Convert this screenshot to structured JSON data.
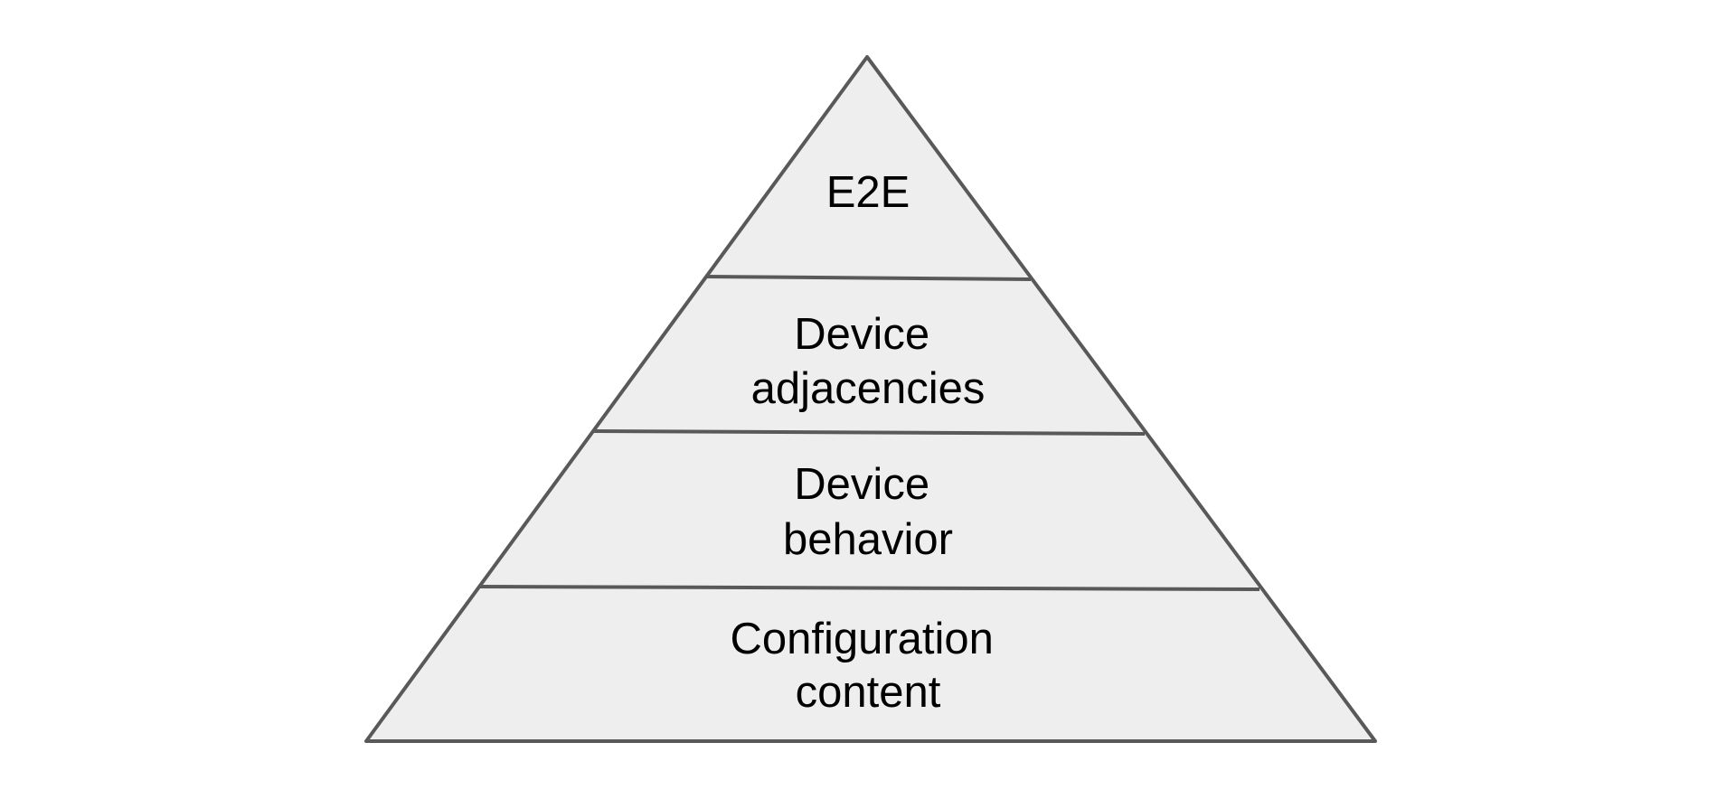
{
  "diagram": {
    "layers": [
      {
        "lines": [
          "E2E"
        ]
      },
      {
        "lines": [
          "Device",
          "adjacencies"
        ]
      },
      {
        "lines": [
          "Device",
          "behavior"
        ]
      },
      {
        "lines": [
          "Configuration",
          "content"
        ]
      }
    ],
    "colors": {
      "fill": "#eeeeee",
      "stroke": "#595959",
      "text": "#000000"
    }
  }
}
